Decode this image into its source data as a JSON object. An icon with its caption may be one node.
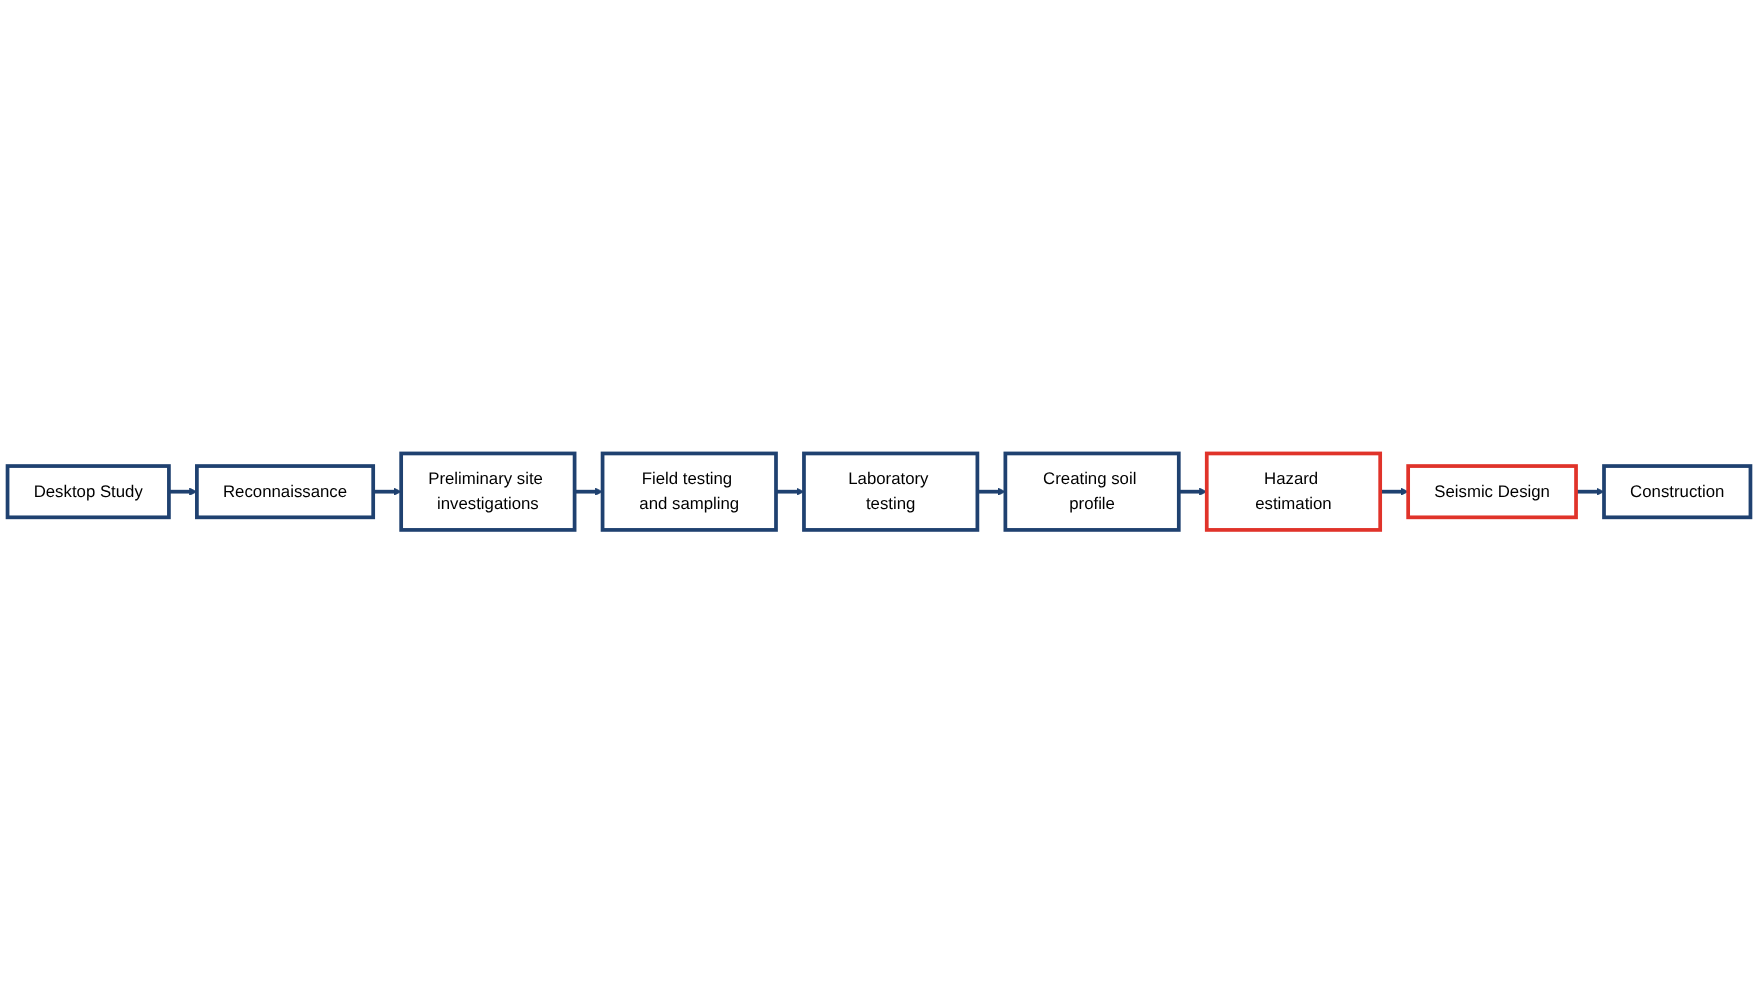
{
  "diagram": {
    "nodes": [
      {
        "text": [
          "Desktop Study"
        ]
      },
      {
        "text": [
          "Reconnaissance"
        ]
      },
      {
        "text": [
          "Preliminary site investigations"
        ]
      },
      {
        "text": [
          "Field testing and sampling"
        ]
      },
      {
        "text": [
          "Laboratory testing"
        ]
      },
      {
        "text": [
          "Creating soil profile"
        ]
      },
      {
        "text": [
          "Hazard estimation"
        ]
      },
      {
        "text": [
          "Seismic Design"
        ]
      },
      {
        "text": [
          "Construction"
        ]
      }
    ],
    "edges": [
      {
        "from": 0,
        "to": 1,
        "arrow": "to"
      },
      {
        "from": 1,
        "to": 2,
        "arrow": "to"
      },
      {
        "from": 2,
        "to": 3,
        "arrow": "to"
      },
      {
        "from": 3,
        "to": 4,
        "arrow": "to"
      },
      {
        "from": 4,
        "to": 5,
        "arrow": "to"
      },
      {
        "from": 5,
        "to": 6,
        "arrow": "to"
      },
      {
        "from": 6,
        "to": 7,
        "arrow": "to"
      },
      {
        "from": 7,
        "to": 8,
        "arrow": "to"
      }
    ]
  }
}
